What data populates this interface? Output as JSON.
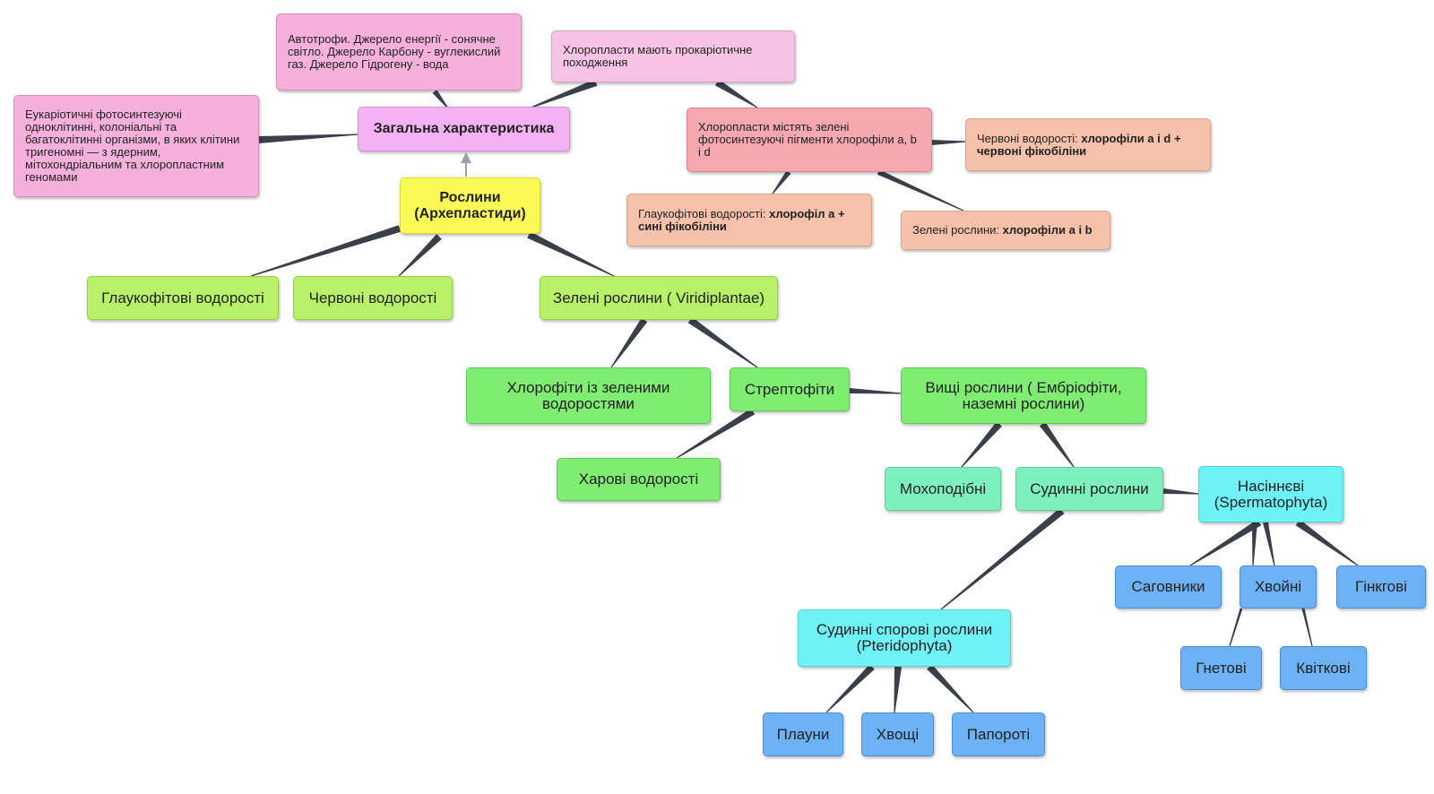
{
  "colors": {
    "link": "#3b3f4a",
    "arrow": "#9aa0aa",
    "pink": "#f5b0dc",
    "magenta": "#f3b3f3",
    "yellow": "#fbfb57",
    "salmon": "#f5a8b0",
    "peach": "#f6c1aa",
    "lime": "#b8f06a",
    "green": "#7fec72",
    "mint": "#7df0be",
    "cyan": "#6ef2f6",
    "blue": "#6cb2f4"
  },
  "nodes": {
    "autotrophs": "Автотрофи. Джерело енергії - сонячне світло. Джерело Карбону - вуглекислий газ. Джерело Гідрогену - вода",
    "chloroplast_origin": "Хлоропласти мають прокаріотичне походження",
    "eukaryotic": "Еукаріотичні фотосинтезуючі одноклітинні, колоніальні та багатоклітинні організми, в яких клітини тригеномні — з ядерним, мітохондріальним та хлоропластним геномами",
    "general": "Загальна характеристика",
    "chloroplast_pigments": "Хлоропласти містять зелені фотосинтезуючі пігменти хлорофіли a, b і d",
    "red_pigments_prefix": "Червоні водорості: ",
    "red_pigments_bold": "хлорофіли a і d + червоні фікобіліни",
    "plants": "Рослини (Архепластиди)",
    "glauco_pigments_prefix": "Глаукофітові водорості: ",
    "glauco_pigments_bold": "хлорофіл a + сині фікобіліни",
    "green_pigments_prefix": "Зелені рослини: ",
    "green_pigments_bold": "хлорофіли a і b",
    "glaucophytes": "Глаукофітові водорості",
    "red_algae": "Червоні водорості",
    "viridiplantae": "Зелені рослини ( Viridiplantae)",
    "chlorophytes": "Хлорофіти із зеленими водоростями",
    "streptophytes": "Стрептофіти",
    "higher_plants": "Вищі рослини ( Ембріофіти, наземні рослини)",
    "charophytes": "Харові водорості",
    "bryophytes": "Мохоподібні",
    "vascular": "Судинні рослини",
    "spermatophyta": "Насіннєві (Spermatophyta)",
    "cycads": "Саговники",
    "conifers": "Хвойні",
    "ginkgo": "Гінкгові",
    "pteridophyta": "Судинні спорові рослини (Pteridophyta)",
    "gnetales": "Гнетові",
    "angiosperms": "Квіткові",
    "lycopods": "Плауни",
    "horsetails": "Хвощі",
    "ferns": "Папороті"
  }
}
